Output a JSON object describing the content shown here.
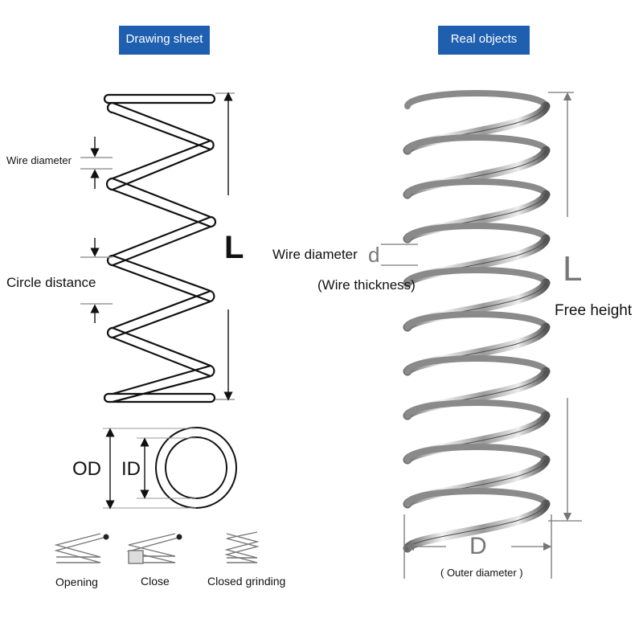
{
  "headers": {
    "left": "Drawing sheet",
    "right": "Real objects"
  },
  "drawing": {
    "wire_diameter": "Wire diameter",
    "circle_distance": "Circle distance",
    "length_symbol": "L",
    "od": "OD",
    "id": "ID",
    "end_types": [
      "Opening",
      "Close",
      "Closed grinding"
    ]
  },
  "photo": {
    "wire_diameter": "Wire diameter",
    "wire_symbol": "d",
    "wire_thickness": "(Wire thickness)",
    "length_symbol": "L",
    "free_height": "Free height",
    "diameter_symbol": "D",
    "outer_diameter": "( Outer diameter )"
  },
  "colors": {
    "header_bg": "#1f5fb0",
    "header_text": "#ffffff",
    "line": "#111111",
    "dim_line": "#888888",
    "steel": "#b9b9b9"
  }
}
